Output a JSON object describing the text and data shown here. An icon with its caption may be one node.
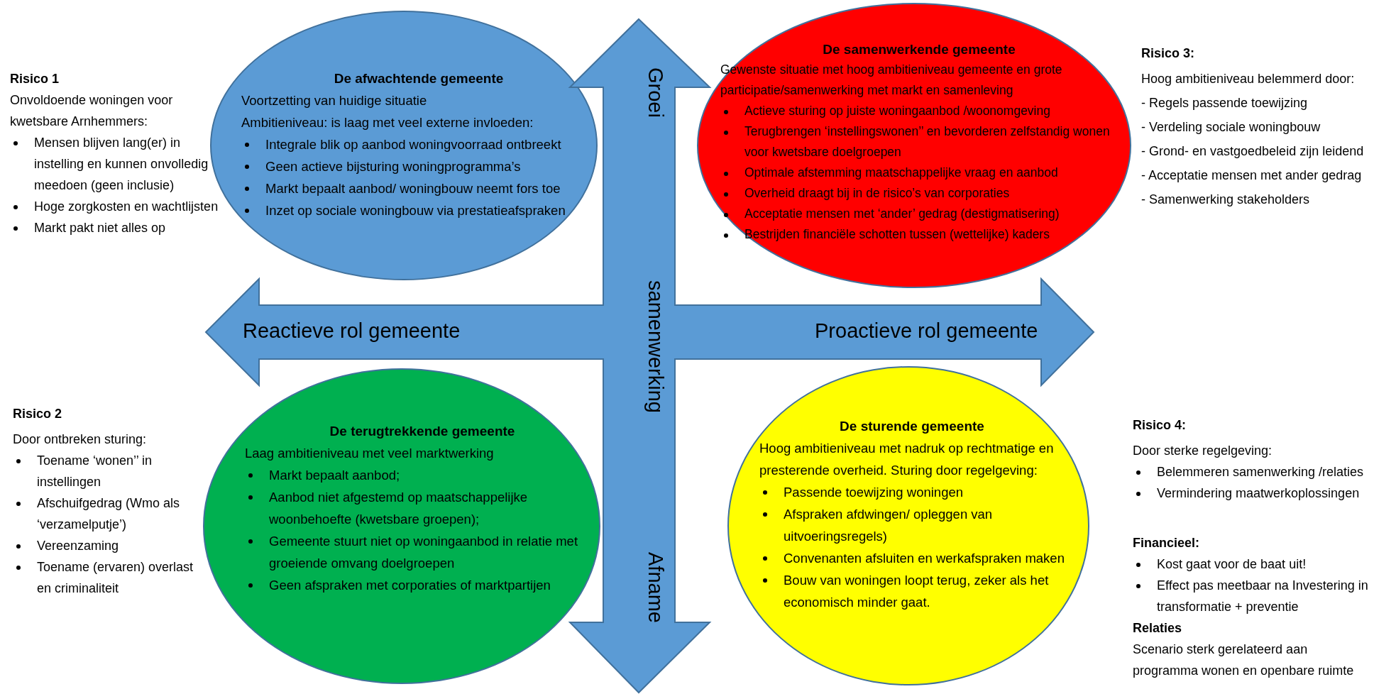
{
  "diagram": {
    "nodes": [
      {
        "text": [
          "De afwachtende gemeente",
          "Voortzetting van huidige situatie",
          "Ambitieniveau: is laag met veel externe invloeden:",
          "Integrale blik op aanbod woningvoorraad ontbreekt",
          "Geen actieve bijsturing woningprogramma’s",
          "Markt bepaalt aanbod/ woningbouw neemt fors toe",
          "Inzet op sociale woningbouw via prestatieafspraken"
        ]
      },
      {
        "text": [
          "Groei",
          "samenwerking",
          "Afname",
          "Reactieve rol gemeente",
          "Proactieve rol gemeente"
        ]
      },
      {
        "text": [
          "De samenwerkende gemeente",
          "Gewenste situatie met hoog ambitieniveau gemeente en grote participatie/samenwerking met markt en samenleving",
          "Actieve sturing op juiste woningaanbod /woonomgeving",
          "Terugbrengen ‘instellingswonen’’ en bevorderen zelfstandig wonen voor kwetsbare doelgroepen",
          "Optimale afstemming maatschappelijke vraag en aanbod",
          "Overheid draagt bij in de risico’s van corporaties",
          "Acceptatie mensen met ‘ander’ gedrag (destigmatisering)",
          "Bestrijden financiële schotten tussen (wettelijke) kaders"
        ]
      },
      {
        "text": [
          "De terugtrekkende gemeente",
          "Laag ambitieniveau met veel marktwerking",
          "Markt bepaalt aanbod;",
          "Aanbod niet afgestemd op maatschappelijke woonbehoefte (kwetsbare groepen);",
          "Gemeente stuurt niet op woningaanbod in relatie met groeiende omvang doelgroepen",
          "Geen afspraken met corporaties of marktpartijen"
        ]
      },
      {
        "text": [
          "De sturende gemeente",
          "Hoog ambitieniveau met nadruk op rechtmatige en presterende overheid. Sturing door regelgeving:",
          "Passende toewijzing woningen",
          "Afspraken afdwingen/ opleggen van uitvoeringsregels)",
          "Convenanten afsluiten en werkafspraken maken",
          "Bouw van woningen loopt terug, zeker als het economisch minder gaat."
        ]
      }
    ],
    "edges": [],
    "labels": [
      "Risico 1",
      "Onvoldoende woningen voor kwetsbare Arnhemmers:",
      "Mensen blijven lang(er) in instelling en kunnen onvolledig meedoen (geen inclusie)",
      "Hoge zorgkosten en wachtlijsten",
      "Markt pakt niet alles op",
      "Risico 2",
      "Door ontbreken sturing:",
      "Toename ‘wonen’’ in instellingen",
      "Afschuifgedrag (Wmo als ‘verzamelputje’)",
      "Vereenzaming",
      "Toename (ervaren) overlast en criminaliteit",
      "Risico 3:",
      "Hoog ambitieniveau belemmerd door:",
      "- Regels passende toewijzing",
      "- Verdeling sociale woningbouw",
      "- Grond- en vastgoedbeleid zijn leidend",
      "- Acceptatie mensen met ander gedrag",
      "- Samenwerking stakeholders",
      "Risico 4:",
      "Door sterke regelgeving:",
      "Belemmeren samenwerking /relaties",
      "Vermindering maatwerkoplossingen",
      "Financieel:",
      "Kost gaat voor de baat uit!",
      "Effect pas meetbaar na Investering in transformatie + preventie",
      "Relaties",
      "Scenario sterk gerelateerd aan programma wonen en openbare ruimte"
    ]
  }
}
